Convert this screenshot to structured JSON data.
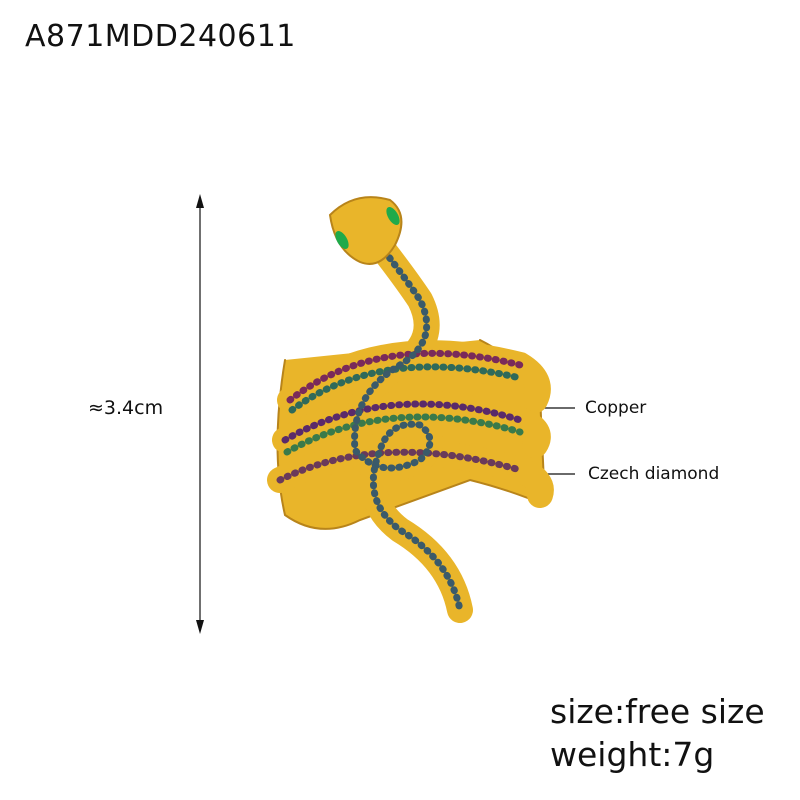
{
  "product": {
    "sku": "A871MDD240611",
    "dimension_label": "≈3.4cm",
    "materials": [
      "Copper",
      "Czech diamond"
    ],
    "size": "size:free size",
    "weight": "weight:7g"
  },
  "colors": {
    "gold": "#e9b52a",
    "gold_dark": "#b8841a",
    "eye": "#1faa4a"
  },
  "icons": {
    "dimension": "double-arrow-vertical-icon"
  }
}
